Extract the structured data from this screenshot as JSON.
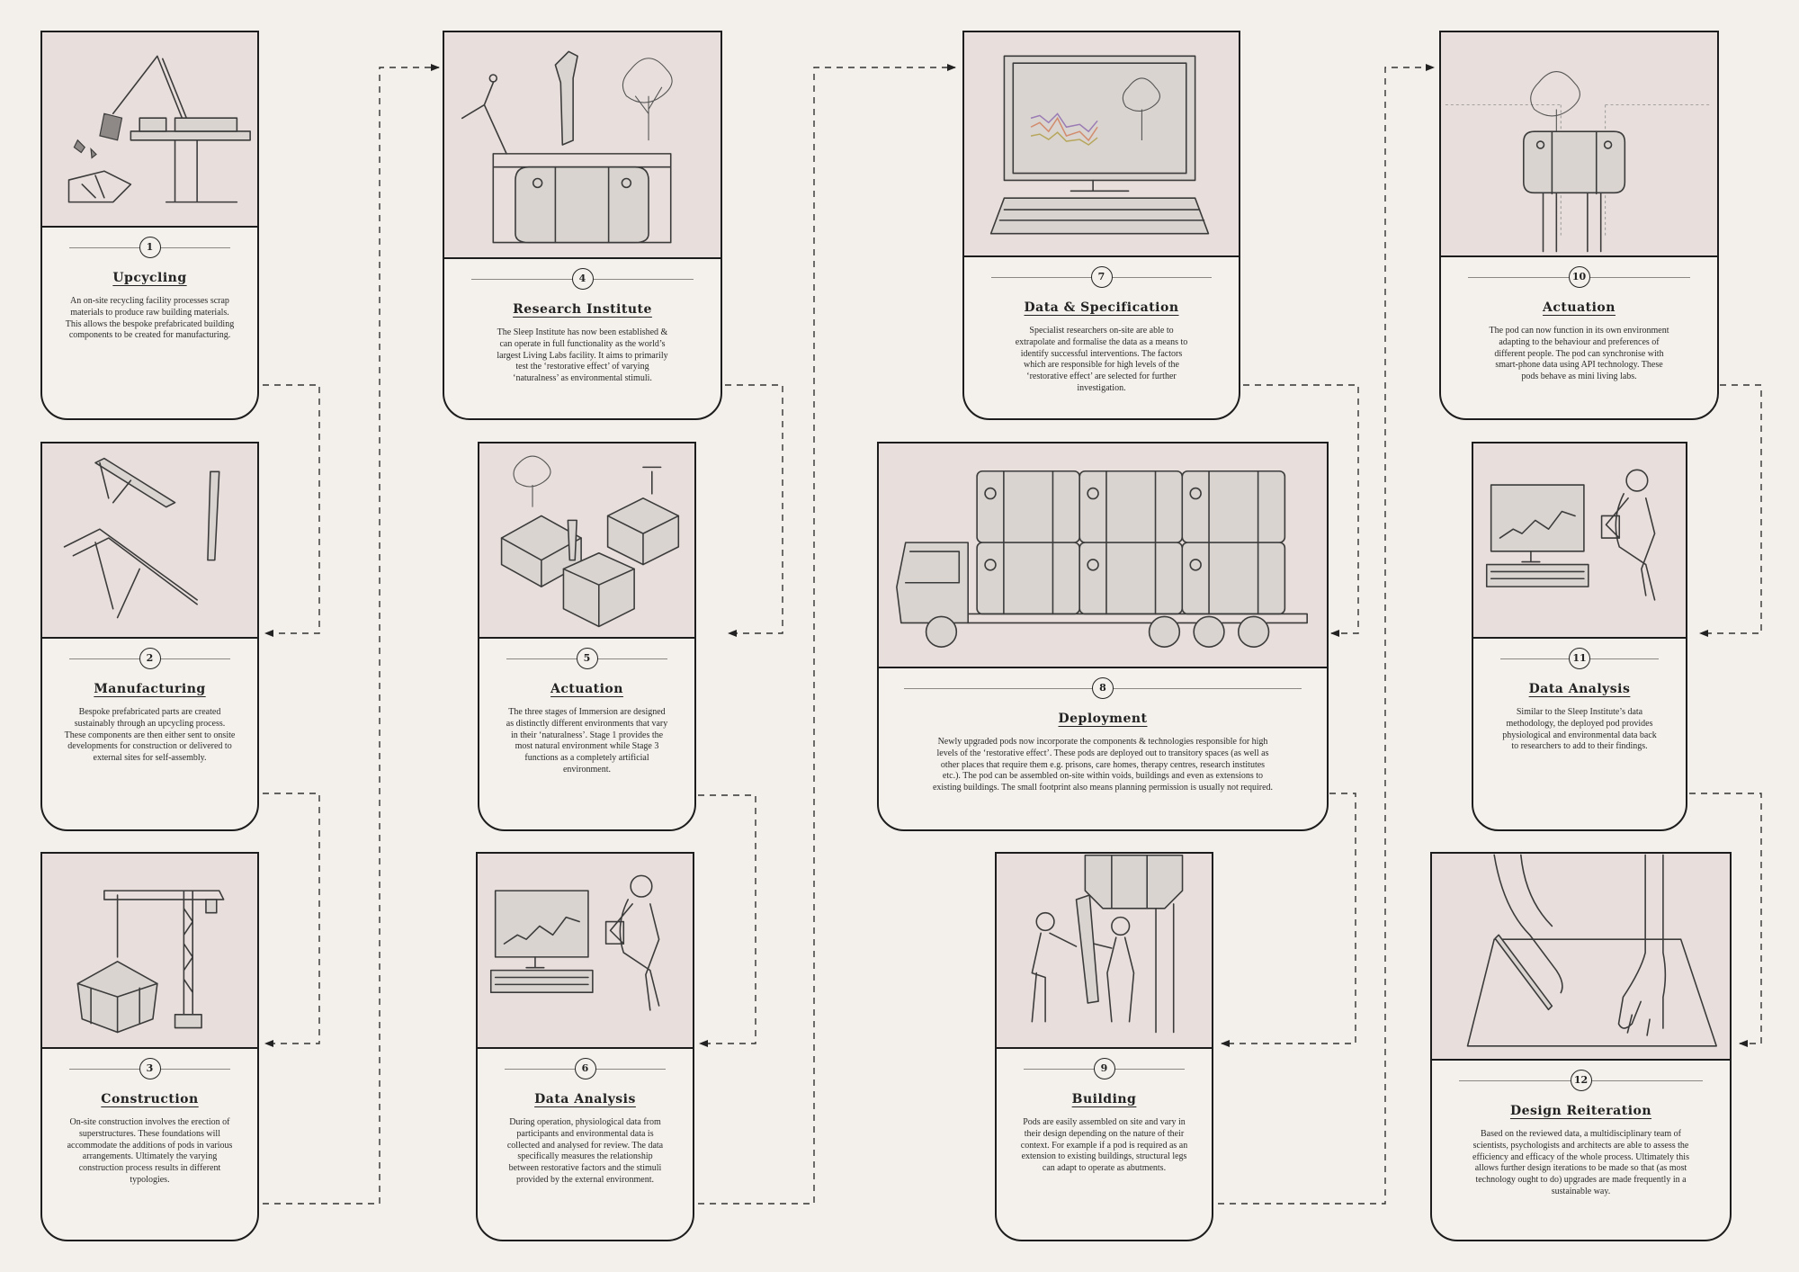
{
  "steps": [
    {
      "number": "1",
      "title": "Upcycling",
      "text": "An on-site recycling facility processes scrap materials to produce raw building materials. This allows the bespoke prefabricated building components to be created for manufacturing."
    },
    {
      "number": "2",
      "title": "Manufacturing",
      "text": "Bespoke prefabricated parts are created sustainably through an upcycling process. These components are then either sent to onsite developments for construction or delivered to external sites for self-assembly."
    },
    {
      "number": "3",
      "title": "Construction",
      "text": "On-site construction involves the erection of superstructures. These foundations will accommodate the additions of pods in various arrangements. Ultimately the varying construction process results in different typologies."
    },
    {
      "number": "4",
      "title": "Research Institute",
      "text": "The Sleep Institute has now been established & can operate in full functionality as the world’s largest Living Labs facility. It aims to primarily test the ‘restorative effect’ of varying ‘naturalness’ as environmental stimuli."
    },
    {
      "number": "5",
      "title": "Actuation",
      "text": "The three stages of Immersion are designed as distinctly different environments that vary in their ‘naturalness’. Stage 1 provides the most natural environment while Stage 3 functions as a completely artificial environment."
    },
    {
      "number": "6",
      "title": "Data Analysis",
      "text": "During operation, physiological data from participants and environmental data is collected and analysed for review. The data specifically measures the relationship between restorative factors and the stimuli provided by the external environment."
    },
    {
      "number": "7",
      "title": "Data & Specification",
      "text": "Specialist researchers on-site are able to extrapolate and formalise the data as a means to identify successful interventions. The factors which are responsible for high levels of the ‘restorative effect’ are selected for further investigation."
    },
    {
      "number": "8",
      "title": "Deployment",
      "text": "Newly upgraded pods now incorporate the components & technologies responsible for high levels of the ‘restorative effect’. These pods are deployed out to transitory spaces (as well as other places that require them e.g. prisons, care homes, therapy centres, research institutes etc.). The pod can be assembled on-site within voids, buildings and even as extensions to existing buildings. The small footprint also means planning permission is usually not required."
    },
    {
      "number": "9",
      "title": "Building",
      "text": "Pods are easily assembled on site and vary in their design depending on the nature of their context. For example if a pod is required as an extension to existing buildings, structural legs can adapt to operate as abutments."
    },
    {
      "number": "10",
      "title": "Actuation",
      "text": "The pod can now function in its own environment adapting to the behaviour and preferences of different people. The pod can synchronise with smart-phone data using API technology. These pods behave as mini living labs."
    },
    {
      "number": "11",
      "title": "Data Analysis",
      "text": "Similar to the Sleep Institute’s data methodology, the deployed pod provides physiological and environmental data back to researchers to add to their findings."
    },
    {
      "number": "12",
      "title": "Design Reiteration",
      "text": "Based on the reviewed data, a multidisciplinary team of scientists, psychologists and architects are able to assess the efficiency and efficacy of the whole process. Ultimately this allows further design iterations to be made so that (as most technology ought to do) upgrades are made frequently in a sustainable way."
    }
  ],
  "colors": {
    "background": "#f3f0eb",
    "card": "#f4f1ec",
    "illustration": "#e8dedb",
    "stroke": "#1d1d1d"
  },
  "icons": [
    "excavator-scrap-icon",
    "prefab-parts-icon",
    "crane-icon",
    "pod-structure-icon",
    "pods-actuation-icon",
    "researcher-computer-icon",
    "computer-chart-icon",
    "truck-pods-icon",
    "people-assembly-icon",
    "single-pod-icon",
    "researcher-laptop-icon",
    "drawing-hand-icon"
  ]
}
